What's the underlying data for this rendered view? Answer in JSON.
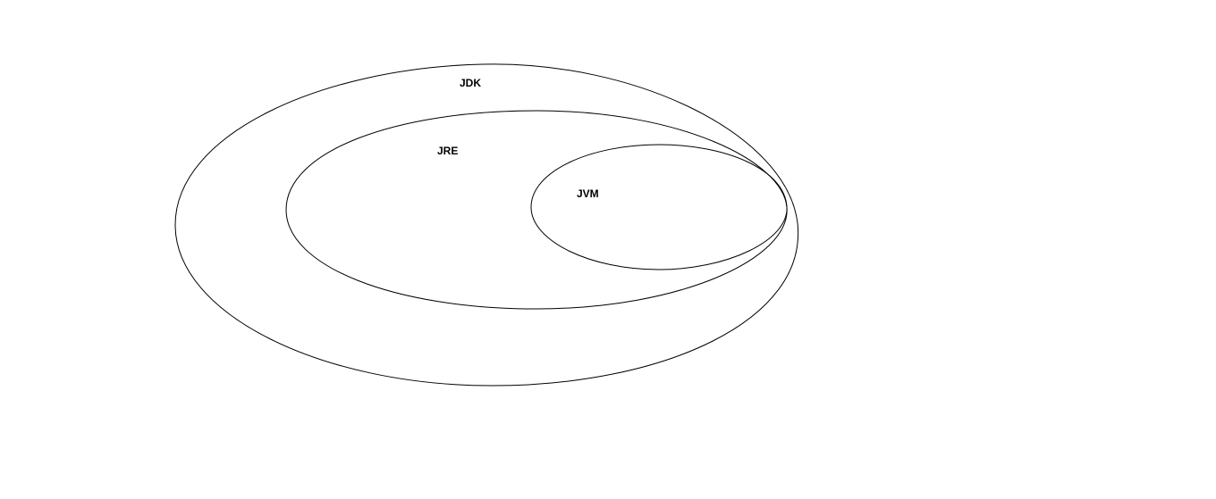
{
  "diagram": {
    "outer": {
      "label": "JDK"
    },
    "middle": {
      "label": "JRE"
    },
    "inner": {
      "label": "JVM"
    }
  }
}
